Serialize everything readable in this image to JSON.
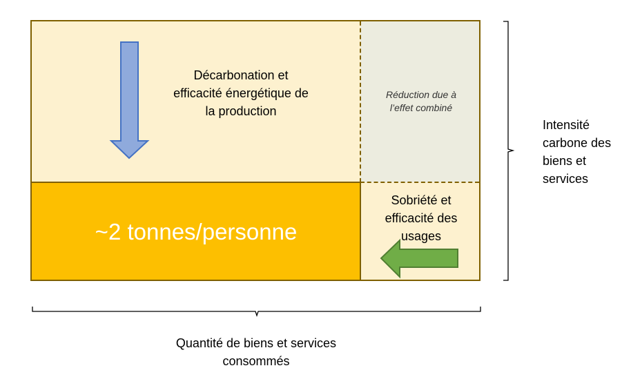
{
  "diagram": {
    "production_label_lines": [
      "Décarbonation et",
      "efficacité énergétique de",
      "la production"
    ],
    "combined_label_lines": [
      "Réduction due à",
      "l’effet combiné"
    ],
    "usages_label_lines": [
      "Sobriété et",
      "efficacité des",
      "usages"
    ],
    "remaining_label": "~2 tonnes/personne",
    "intensity_label_lines": [
      "Intensité",
      "carbone des",
      "biens et",
      "services"
    ],
    "quantity_label_lines": [
      "Quantité de biens et services",
      "consommés"
    ]
  },
  "colors": {
    "light_fill": "#fdf1cf",
    "combined_fill": "#ececdf",
    "remaining_fill": "#fdbf00",
    "border": "#7f6000",
    "down_arrow": "#8faadc",
    "left_arrow": "#70ad47"
  },
  "icons": {
    "down_arrow": "arrow-down-icon",
    "left_arrow": "arrow-left-icon"
  }
}
